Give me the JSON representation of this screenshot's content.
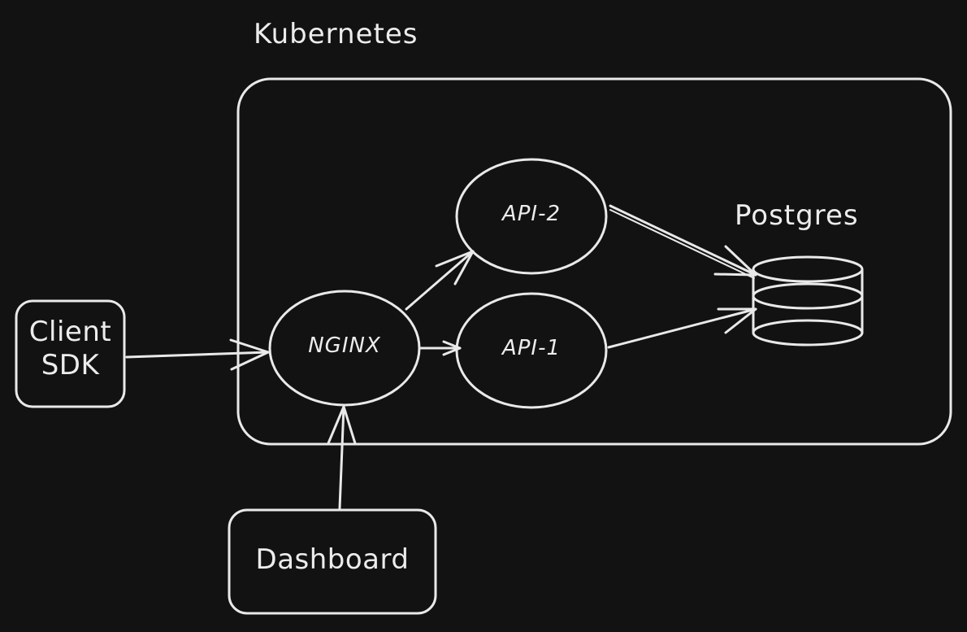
{
  "diagram": {
    "cluster": {
      "label": "Kubernetes"
    },
    "nodes": {
      "client_sdk": {
        "line1": "Client",
        "line2": "SDK"
      },
      "nginx": {
        "label": "NGINX"
      },
      "api_1": {
        "label": "API-1"
      },
      "api_2": {
        "label": "API-2"
      },
      "postgres": {
        "label": "Postgres"
      },
      "dashboard": {
        "label": "Dashboard"
      }
    },
    "edges": [
      {
        "from": "Client SDK",
        "to": "NGINX"
      },
      {
        "from": "Dashboard",
        "to": "NGINX"
      },
      {
        "from": "NGINX",
        "to": "API-1"
      },
      {
        "from": "NGINX",
        "to": "API-2"
      },
      {
        "from": "API-1",
        "to": "Postgres"
      },
      {
        "from": "API-2",
        "to": "Postgres"
      }
    ],
    "colors": {
      "background": "#121212",
      "stroke": "#e9e9e9",
      "text": "#ececec"
    }
  }
}
